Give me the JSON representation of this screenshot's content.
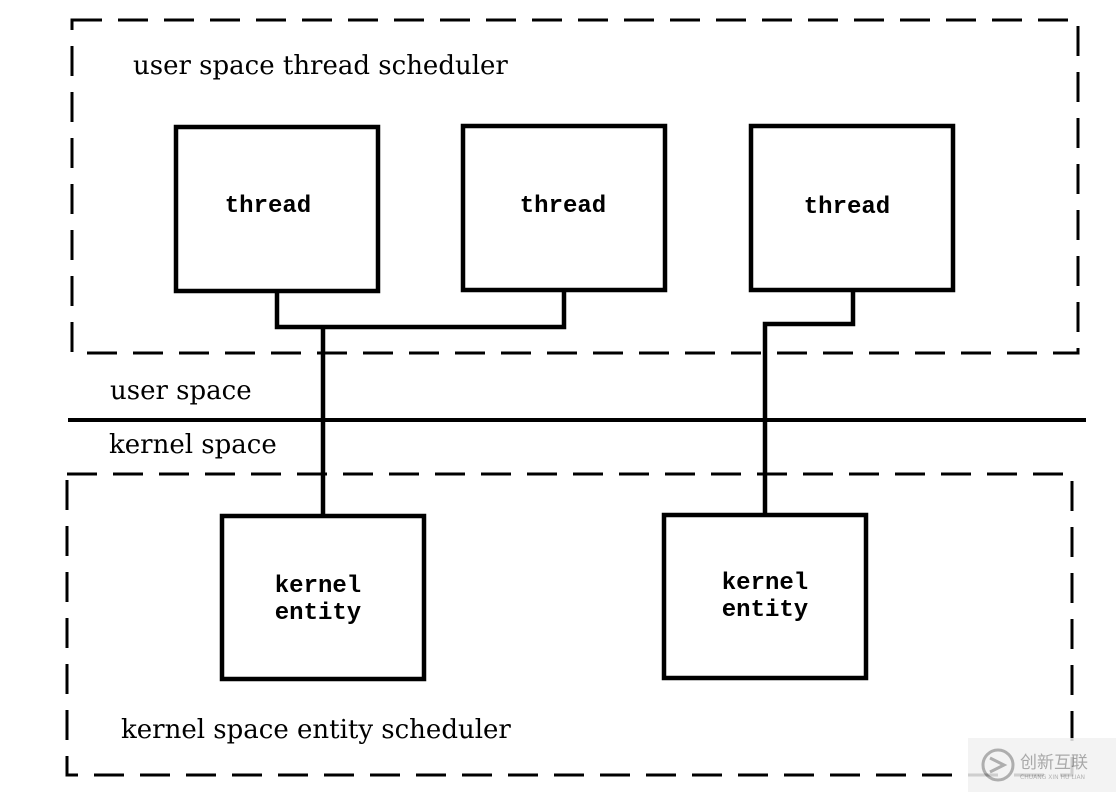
{
  "regions": {
    "user_scheduler_label": "user space thread scheduler",
    "kernel_scheduler_label": "kernel space entity scheduler"
  },
  "divider": {
    "upper_label": "user space",
    "lower_label": "kernel space"
  },
  "threads": [
    {
      "label": "thread"
    },
    {
      "label": "thread"
    },
    {
      "label": "thread"
    }
  ],
  "kernel_entities": [
    {
      "line1": "kernel",
      "line2": "entity"
    },
    {
      "line1": "kernel",
      "line2": "entity"
    }
  ],
  "watermark": {
    "brand": "创新互联",
    "sub": "CHUANG XIN HU LIAN"
  }
}
